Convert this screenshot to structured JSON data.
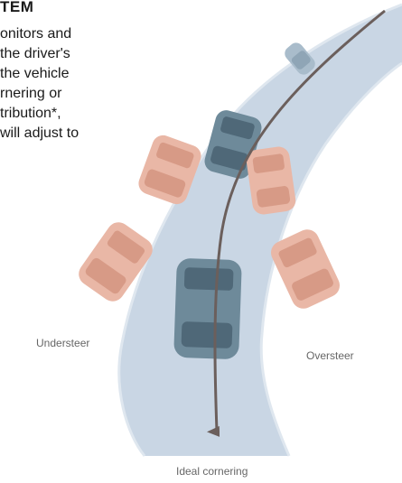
{
  "heading": "TEM",
  "body_lines": [
    "onitors and",
    "the driver's",
    " the vehicle",
    "rnering or",
    "tribution*,",
    "will adjust to"
  ],
  "labels": {
    "understeer": "Understeer",
    "oversteer": "Oversteer",
    "ideal": "Ideal cornering"
  },
  "colors": {
    "road": "#c9d6e4",
    "road_edge": "#dfe7ef",
    "path_arrow": "#6b5f5c",
    "car_ideal": "#6e8a9a",
    "car_ideal_dark": "#4f6878",
    "car_off": "#e9b7a6",
    "car_off_dark": "#d79a86",
    "car_far": "#a9bccb"
  }
}
